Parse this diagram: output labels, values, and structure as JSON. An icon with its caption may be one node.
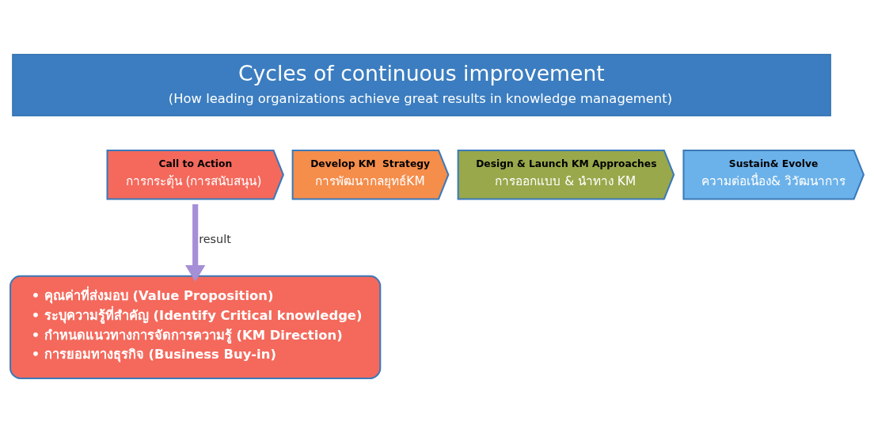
{
  "diagram": {
    "nodes": [
      {
        "text": [
          "Cycles of continuous improvement",
          "(How leading organizations achieve great results in knowledge management)"
        ]
      },
      {
        "text": [
          "Call to Action",
          "การกระตุ้น (การสนับสนุน)"
        ]
      },
      {
        "text": [
          "Develop KM  Strategy",
          "การพัฒนากลยุทธ์KM"
        ]
      },
      {
        "text": [
          "Design & Launch KM Approaches",
          "การออกแบบ & นำทาง KM"
        ]
      },
      {
        "text": [
          "Sustain& Evolve",
          "ความต่อเนื่อง& วิวัฒนาการ"
        ]
      },
      {
        "text": [
          "• คุณค่าที่ส่งมอบ (Value Proposition)",
          "• ระบุความรู้ที่สำคัญ (Identify Critical knowledge)",
          "• กำหนดแนวทางการจัดการความรู้ (KM Direction)",
          "• การยอมทางธุรกิจ (Business Buy-in)"
        ]
      }
    ],
    "edges": [
      {
        "from": 1,
        "to": 5,
        "arrow": "to",
        "label": "result"
      }
    ]
  }
}
